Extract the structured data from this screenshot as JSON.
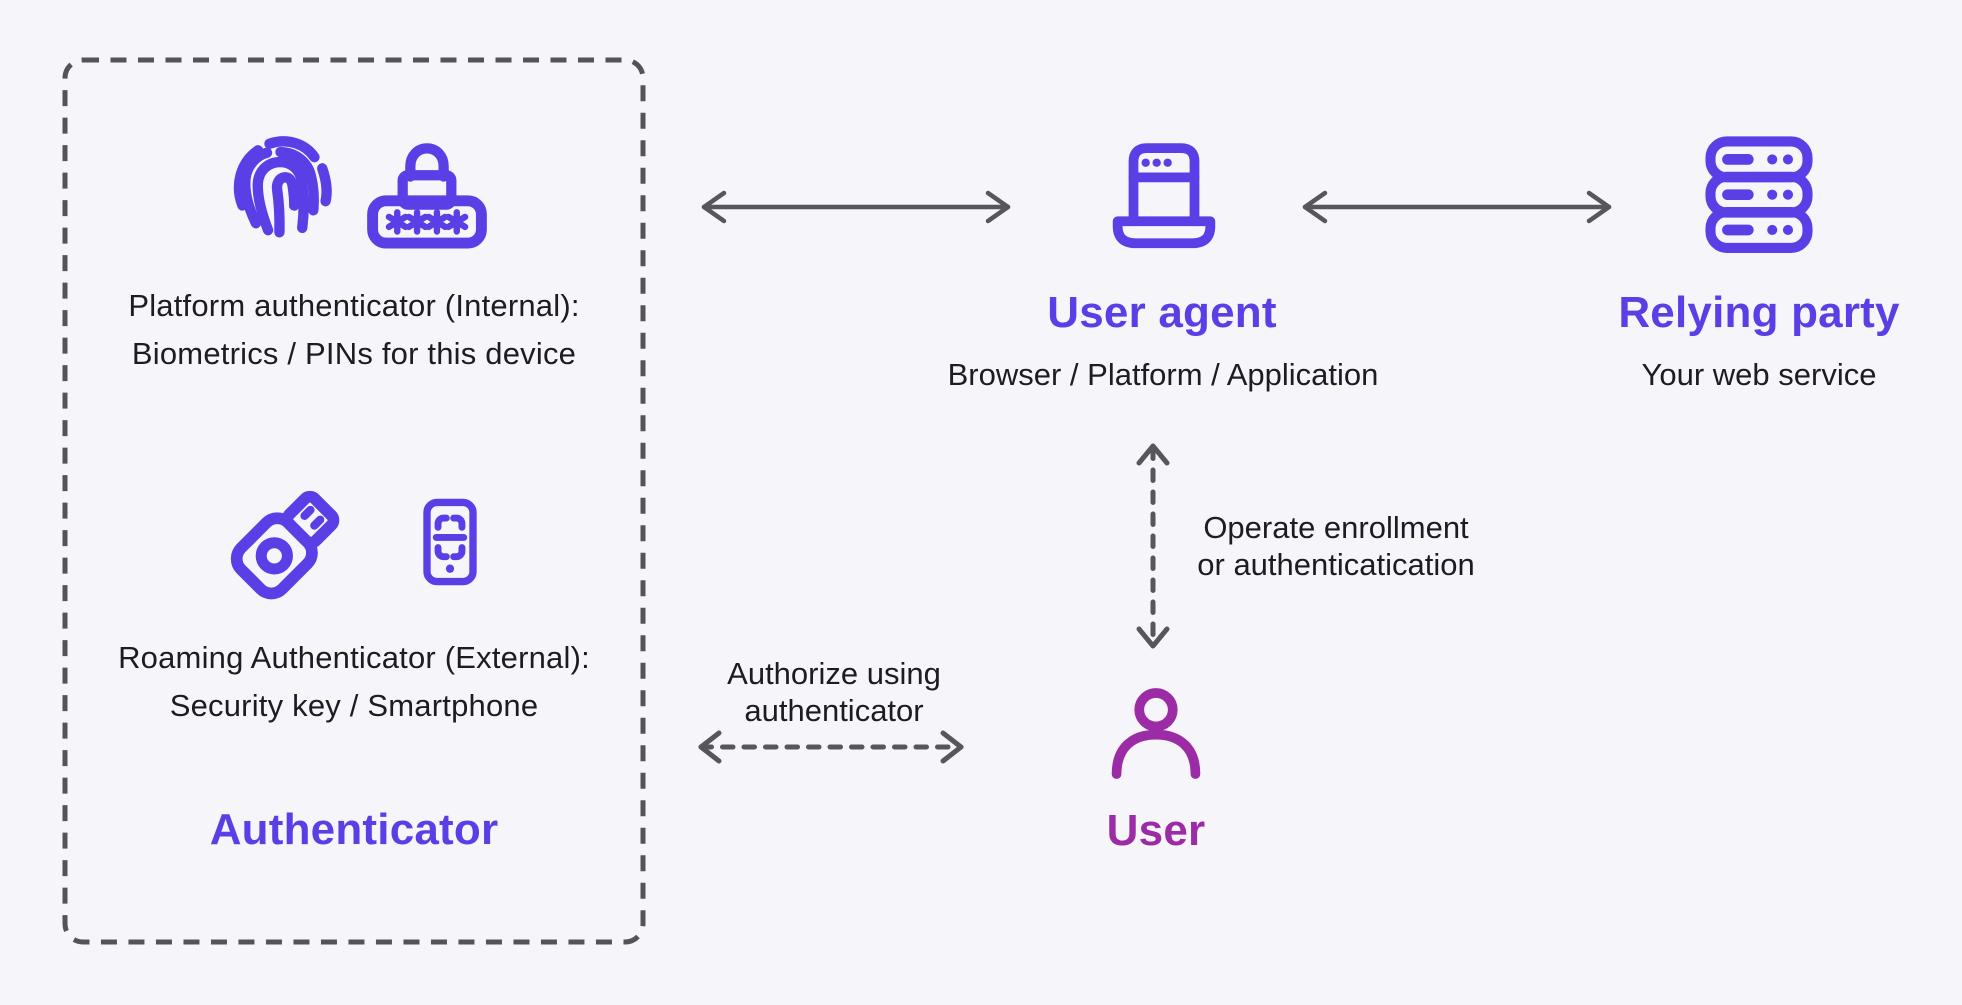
{
  "colors": {
    "background": "#F6F5FA",
    "accent_indigo": "#5A3EE6",
    "accent_magenta": "#9C2BA6",
    "arrow_gray": "#56575B",
    "text_dark": "#1D1D21"
  },
  "authenticator": {
    "title": "Authenticator",
    "platform": {
      "line1": "Platform authenticator (Internal):",
      "line2": "Biometrics / PINs for this device"
    },
    "roaming": {
      "line1": "Roaming Authenticator (External):",
      "line2": "Security key / Smartphone"
    }
  },
  "user_agent": {
    "title": "User agent",
    "subtitle": "Browser / Platform / Application"
  },
  "relying_party": {
    "title": "Relying party",
    "subtitle": "Your web service"
  },
  "user": {
    "title": "User"
  },
  "connections": {
    "authenticator_to_user_agent": {
      "style": "solid-double-arrow"
    },
    "user_agent_to_relying_party": {
      "style": "solid-double-arrow"
    },
    "user_to_user_agent": {
      "style": "dashed-double-arrow",
      "label_line1": "Operate enrollment",
      "label_line2": "or authenticatication"
    },
    "user_to_authenticator": {
      "style": "dashed-double-arrow",
      "label_line1": "Authorize using",
      "label_line2": "authenticator"
    }
  },
  "icons": {
    "platform": [
      "fingerprint-icon",
      "password-lock-icon"
    ],
    "roaming": [
      "usb-security-key-icon",
      "smartphone-scan-icon"
    ],
    "user_agent": "browser-laptop-icon",
    "relying_party": "server-stack-icon",
    "user": "person-icon"
  }
}
